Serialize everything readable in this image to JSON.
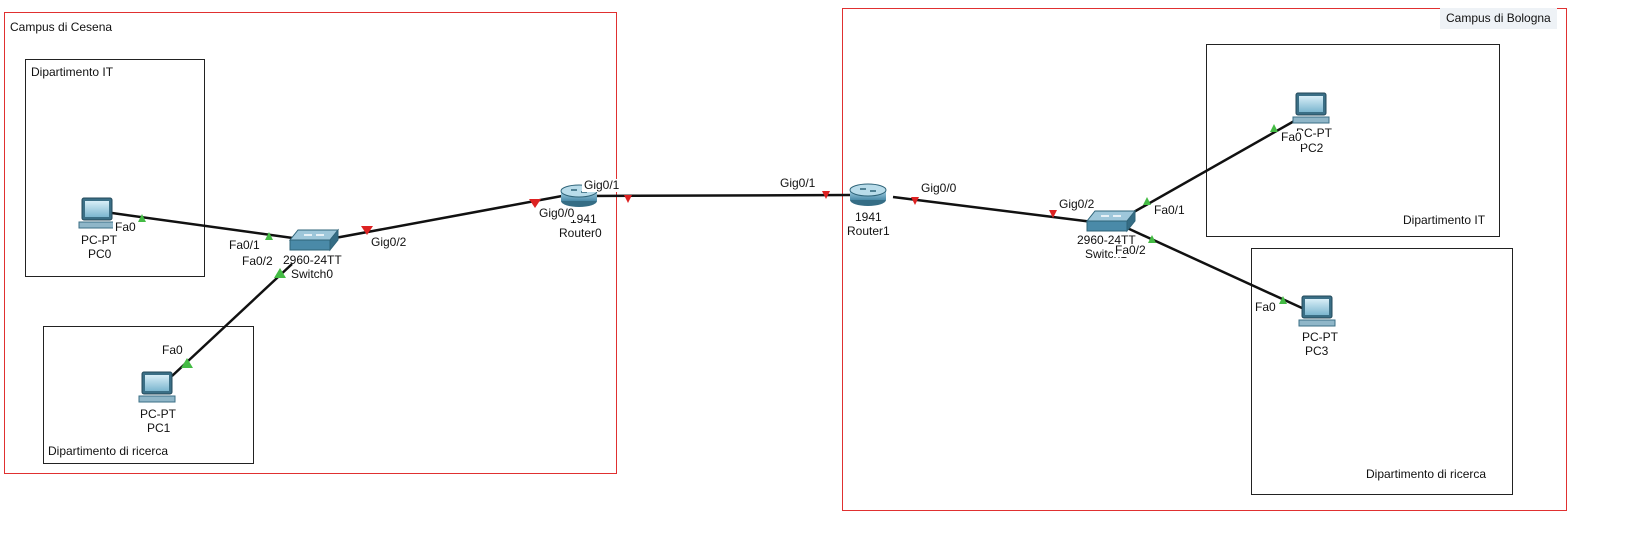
{
  "campus_cesena": {
    "title": "Campus di Cesena",
    "dept_it": "Dipartimento IT",
    "dept_research": "Dipartimento di ricerca"
  },
  "campus_bologna": {
    "title": "Campus di Bologna",
    "dept_it": "Dipartimento IT",
    "dept_research": "Dipartimento di ricerca"
  },
  "devices": {
    "pc0": {
      "model": "PC-PT",
      "name": "PC0"
    },
    "pc1": {
      "model": "PC-PT",
      "name": "PC1"
    },
    "pc2": {
      "model": "PC-PT",
      "name": "PC2"
    },
    "pc3": {
      "model": "PC-PT",
      "name": "PC3"
    },
    "switch0": {
      "model": "2960-24TT",
      "name": "Switch0"
    },
    "switch1": {
      "model": "2960-24TT",
      "name": "Switch1"
    },
    "router0": {
      "model": "1941",
      "name": "Router0"
    },
    "router1": {
      "model": "1941",
      "name": "Router1"
    }
  },
  "ports": {
    "pc0_fa0": "Fa0",
    "sw0_fa0_1": "Fa0/1",
    "sw0_fa0_2": "Fa0/2",
    "pc1_fa0": "Fa0",
    "sw0_gig0_2": "Gig0/2",
    "r0_gig0_0": "Gig0/0",
    "r0_gig0_1": "Gig0/1",
    "r1_gig0_1": "Gig0/1",
    "r1_gig0_0": "Gig0/0",
    "sw1_gig0_2": "Gig0/2",
    "sw1_fa0_1": "Fa0/1",
    "sw1_fa0_2": "Fa0/2",
    "pc2_fa0": "Fa0",
    "pc3_fa0": "Fa0"
  },
  "colors": {
    "cluster_border": "#e03030",
    "link_up": "#44bb44",
    "link_down": "#dd2222",
    "device_body": "#4a8aa8"
  }
}
